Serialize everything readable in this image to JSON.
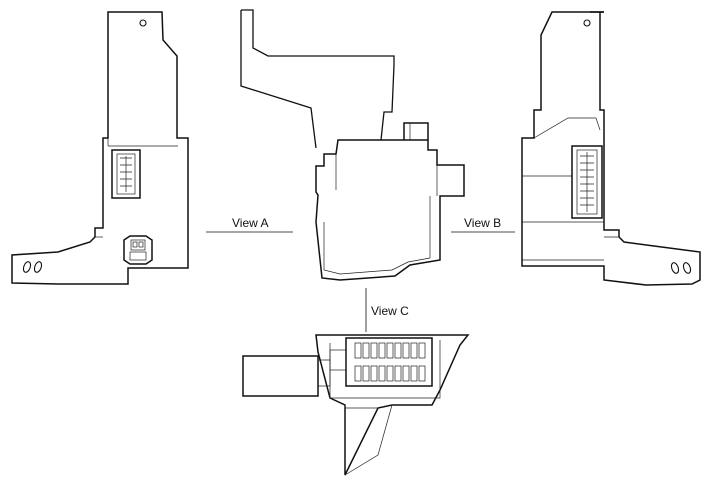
{
  "labels": {
    "view_a": "View A",
    "view_b": "View B",
    "view_c": "View C"
  },
  "colors": {
    "line": "#111111",
    "background": "#ffffff"
  }
}
